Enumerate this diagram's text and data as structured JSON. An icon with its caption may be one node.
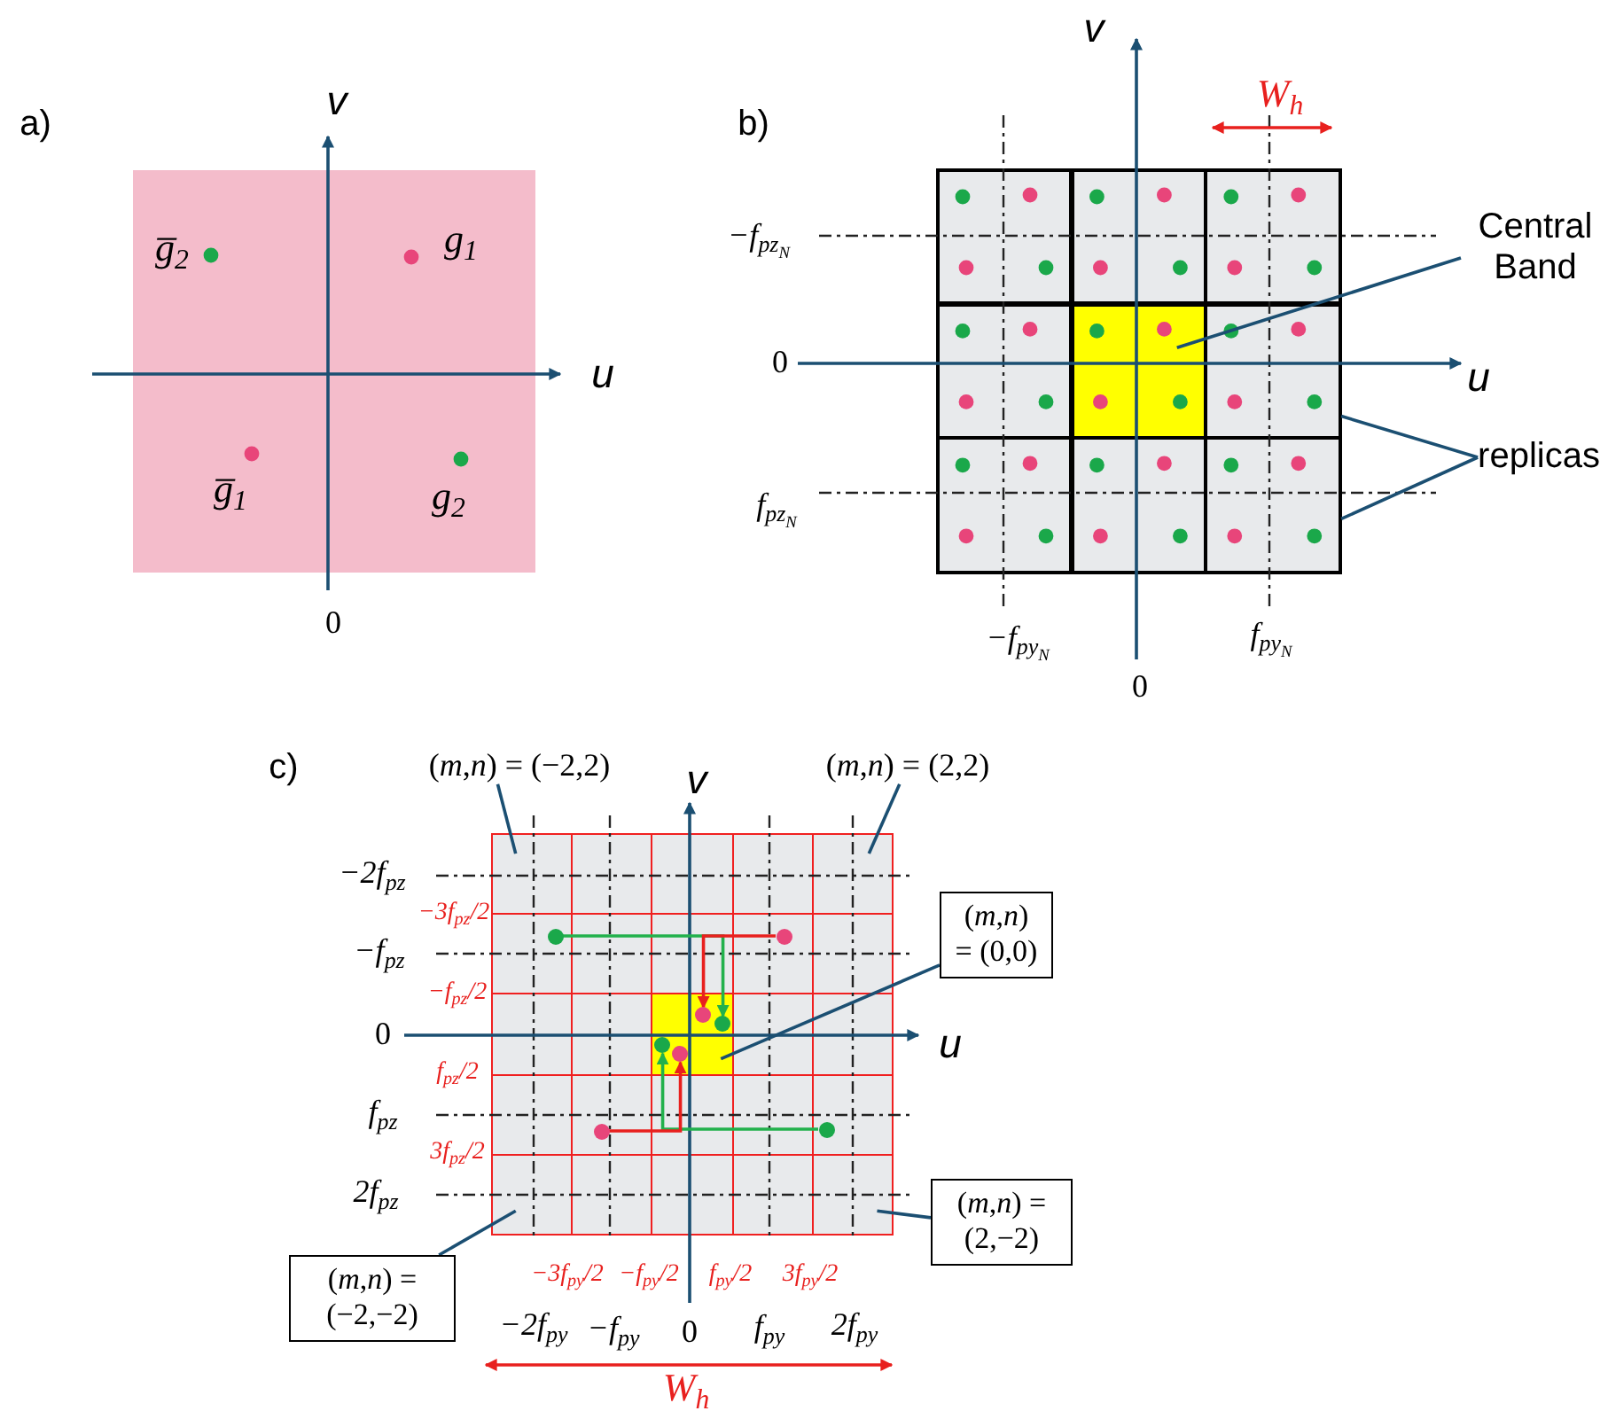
{
  "diagram": {
    "nodes": [
      {
        "text": [],
        "shape": "box"
      },
      {
        "text": [],
        "shape": "box"
      },
      {
        "text": [],
        "shape": "box"
      },
      {
        "text": [],
        "shape": "box"
      },
      {
        "text": [],
        "shape": "box"
      },
      {
        "text": [],
        "shape": "box"
      },
      {
        "text": [],
        "shape": "box"
      },
      {
        "text": [],
        "shape": "box"
      },
      {
        "text": [],
        "shape": "box"
      },
      {
        "text": [
          "Central Band"
        ]
      },
      {
        "text": [
          "replicas"
        ]
      },
      {
        "text": [
          "(*m*,*n*) = (−2,2)"
        ]
      },
      {
        "text": [],
        "shape": "box"
      },
      {
        "text": [
          "(*m*,*n*) = (2,2)"
        ]
      },
      {
        "text": [],
        "shape": "box"
      },
      {
        "text": [
          "(*m*,*n*) = (0,0)"
        ]
      },
      {
        "text": [],
        "shape": "box"
      },
      {
        "text": [
          "(*m*,*n*) = (−2,−2)"
        ]
      },
      {
        "text": [],
        "shape": "box"
      },
      {
        "text": [
          "(*m*,*n*) = (2,−2)"
        ]
      },
      {
        "text": [],
        "shape": "box"
      },
      {
        "text": [],
        "shape": "circle"
      },
      {
        "text": [],
        "shape": "circle"
      },
      {
        "text": [],
        "shape": "circle",
        "in": 16
      },
      {
        "text": [],
        "shape": "circle",
        "in": 16
      },
      {
        "text": [],
        "shape": "circle",
        "in": 16
      },
      {
        "text": [],
        "shape": "circle",
        "in": 16
      },
      {
        "text": [],
        "shape": "circle"
      },
      {
        "text": [],
        "shape": "circle"
      }
    ],
    "edges": [
      {
        "from": 9,
        "to": 4,
        "arrow": "none"
      },
      {
        "from": 10,
        "to": 5,
        "arrow": "none"
      },
      {
        "from": 10,
        "to": 8,
        "arrow": "none"
      },
      {
        "from": 11,
        "to": 12,
        "arrow": "none"
      },
      {
        "from": 13,
        "to": 14,
        "arrow": "none"
      },
      {
        "from": 15,
        "to": 16,
        "arrow": "none"
      },
      {
        "from": 17,
        "to": 18,
        "arrow": "none"
      },
      {
        "from": 19,
        "to": 20,
        "arrow": "none"
      },
      {
        "from": 21,
        "to": 24,
        "arrow": "to",
        "color": "#22b14c"
      },
      {
        "from": 22,
        "to": 23,
        "arrow": "to",
        "color": "#e8201e"
      },
      {
        "from": 28,
        "to": 25,
        "arrow": "to",
        "color": "#22b14c"
      },
      {
        "from": 27,
        "to": 26,
        "arrow": "to",
        "color": "#e8201e"
      }
    ],
    "labels": [
      "a)",
      "v",
      "g̅$_{2}$",
      "g$_{1}$",
      "u",
      "g̅$_{1}$",
      "g$_{2}$",
      "0",
      "b)",
      "v",
      "W$_{h}$",
      "−f$_{pz}$$_{N}$",
      "0",
      "u",
      "f$_{pz}$$_{N}$",
      "−f$_{py}$$_{N}$",
      "f$_{py}$$_{N}$",
      "0",
      "c)",
      "v",
      "−2f$_{pz}$",
      "−3f$_{pz}$/2",
      "−f$_{pz}$",
      "−f$_{pz}$/2",
      "0",
      "u",
      "f$_{pz}$/2",
      "f$_{pz}$",
      "3f$_{pz}$/2",
      "2f$_{pz}$",
      "−3f$_{py}$/2",
      "−f$_{py}$/2",
      "f$_{py}$/2",
      "3f$_{py}$/2",
      "−2f$_{py}$",
      "−f$_{py}$",
      "0",
      "f$_{py}$",
      "2f$_{py}$",
      "W$_{h}$"
    ]
  }
}
